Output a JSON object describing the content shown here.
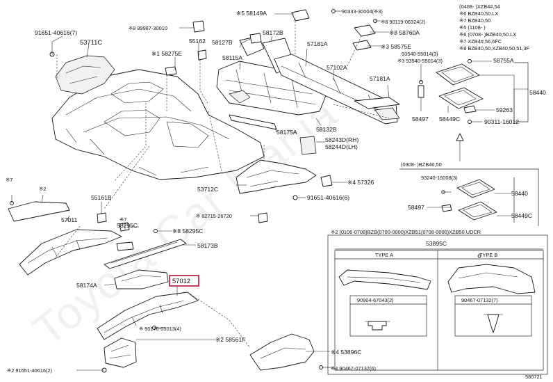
{
  "watermark": "Toyota Car Mania",
  "figure_code": "580721",
  "header_note": {
    "line1": "(0408-   )XZB4#,54",
    "line2": "※6 BZB40,50.LX",
    "line3": "※7 BZB40,50",
    "line4": "※5 (1108-   )",
    "line5": "※6 (0708-   )BZB40,50.LX",
    "line6": "※7 XZB4#,56,6FC",
    "line7": "※8 BZB40,50,XZB40,50,51,3F"
  },
  "labels": {
    "p58149A": "※5 58149A",
    "p90333": "90333-30004(※3)",
    "p90119": "※8 90119-06324(2)",
    "p58760A": "※8 58760A",
    "p58575E": "※3 58575E",
    "p91651_7": "91651-40616(7)",
    "p89987": "※8 89987-30010",
    "p53711C": "53711C",
    "p55162": "55162",
    "p58127B": "58127B",
    "p58172B": "58172B",
    "p57181A_top": "57181A",
    "p57102A": "57102A",
    "p57181A_mid": "57181A",
    "p58275E": "※1 58275E",
    "p58115A": "58115A",
    "p93540_a": "93540-55014(3)",
    "p93540_b": "※3 93540-55014(3)",
    "p58755A": "58755A",
    "p58440_top": "58440",
    "p58497_top": "58497",
    "p58449C_top": "58449C",
    "p59263": "59263",
    "p90311": "90311-16012",
    "p58175A": "58175A",
    "p58132B": "58132B",
    "p58243D": "58243D(RH)",
    "p58244D": "58244D(LH)",
    "p57326": "※4 57326",
    "p53712C": "53712C",
    "p91651_6": "91651-40616(6)",
    "p82715": "※ 82715-26720",
    "p55161B": "55161B",
    "p57011": "57011",
    "p58295C_a": "58295C",
    "p58295C_b": "※8 58295C",
    "p58173B": "58173B",
    "p58174A": "58174A",
    "p57012": "57012",
    "p90176": "※ 90176-05013(4)",
    "p58561F": "※2 58561F",
    "p53896C": "※4 53896C",
    "p91651_2": "※2 91651-40616(2)",
    "p90467_6": "※4 90467-07132(6)",
    "p_star7": "※7",
    "p_star2": "※2",
    "p_star7b": "※7",
    "p_star1": "※1"
  },
  "sub_kit": {
    "header1": "(0308-   )BZB40,50",
    "p93240": "93240-16008(3)",
    "p58440": "58440",
    "p58497": "58497",
    "p58449C": "58449C"
  },
  "inset": {
    "header": "※2 (0106-0708)BZB(0700-0000)XZB51(0708-0000)XZB50.UDCR",
    "part_no": "53895C",
    "type_a": "TYPE A",
    "type_b": "TYPE B",
    "clip_a": "90904-67043(2)",
    "clip_b": "90467-07132(7)"
  },
  "highlight_part": "57012"
}
